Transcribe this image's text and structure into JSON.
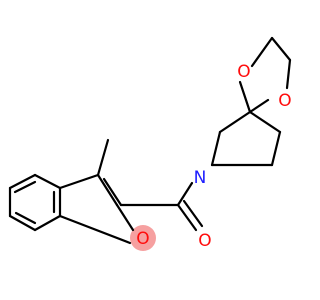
{
  "colors": {
    "oxygen": "#ff0d0d",
    "nitrogen": "#2020ff",
    "bond": "#000000",
    "background": "#ffffff",
    "aromatic_highlight": "#f6a0a0"
  },
  "atoms": {
    "o_ketal_top": "O",
    "o_ketal_right": "O",
    "n_piperidine": "N",
    "o_furan": "O",
    "o_carbonyl": "O"
  }
}
